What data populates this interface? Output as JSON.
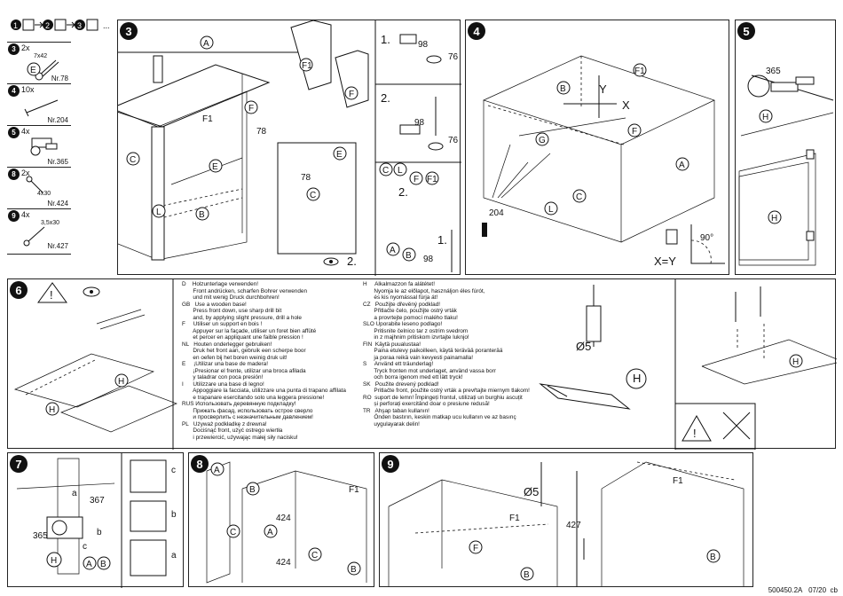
{
  "steps_sequence": {
    "items": [
      "1",
      "2",
      "3"
    ],
    "ellipsis": "..."
  },
  "hardware": [
    {
      "step": "3",
      "qty": "2x",
      "dim": "7x42",
      "part": "E",
      "ref": "Nr.78",
      "icon": "cam-bolt-icon"
    },
    {
      "step": "4",
      "qty": "10x",
      "dim": "",
      "part": "",
      "ref": "Nr.204",
      "icon": "nail-icon"
    },
    {
      "step": "5",
      "qty": "4x",
      "dim": "",
      "part": "",
      "ref": "Nr.365",
      "icon": "hinge-icon"
    },
    {
      "step": "8",
      "qty": "2x",
      "dim": "4x30",
      "part": "",
      "ref": "Nr.424",
      "icon": "screw-icon"
    },
    {
      "step": "9",
      "qty": "4x",
      "dim": "3,5x30",
      "part": "",
      "ref": "Nr.427",
      "icon": "screw-icon"
    }
  ],
  "step3": {
    "number": "3",
    "labels": {
      "A": "A",
      "C": "C",
      "E": "E",
      "F": "F",
      "F1": "F1",
      "B": "B",
      "L": "L"
    },
    "ref78": "78",
    "ref98": "98",
    "ref76": "76",
    "sub1": "1.",
    "sub2": "2."
  },
  "step4": {
    "number": "4",
    "labels": {
      "F1": "F1",
      "B": "B",
      "Y": "Y",
      "X": "X",
      "F": "F",
      "G": "G",
      "C": "C",
      "A": "A",
      "L": "L"
    },
    "ref204": "204",
    "formula": "X=Y",
    "angle": "90°"
  },
  "step5": {
    "number": "5",
    "ref365": "365",
    "H": "H"
  },
  "step6": {
    "number": "6",
    "drill": "Ø5",
    "H": "H",
    "instructions_left": [
      "D    Holzunterlage verwenden!",
      "       Front andrücken, scharfen Bohrer verwenden",
      "       und mit wenig Druck durchbohren!",
      "GB   Use a wooden base!",
      "       Press front down, use sharp drill bit",
      "       and, by applying slight pressure, drill a hole",
      "F     Utiliser un support en bois !",
      "       Appuyer sur la façade, utiliser un foret bien affûté",
      "       et percer en appliquant une faible pression !",
      "NL   Houten onderlegger gebruiken!",
      "       Druk het front aan, gebruik een scherpe boor",
      "       en oefen bij het boren weinig druk uit!",
      "E     ¡Utilizar una base de madera!",
      "       ¡Presionar el frente, utilizar una broca afilada",
      "       y taladrar con poca presión!",
      "I      Utilizzare una base di legno!",
      "       Appoggiare la facciata, utilizzare una punta di trapano affilata",
      "       e trapanare esercitando solo una leggera pressione!",
      "RUS Использовать деревянную подкладку!",
      "       Прижать фасад, использовать острое сверло",
      "       и просверлить с незначительным давлением!",
      "PL   Używaż podkładkę z drewna!",
      "       Dociśnąć front, użyć ostrego wiertła",
      "       i przewiercić, używając małej siły nacisku!"
    ],
    "instructions_right": [
      "H     Alkalmazzon fa alátétet!",
      "       Nyomja le az előlapot, használjon éles fúrót,",
      "       és kis nyomással fúrja át!",
      "CZ   Použijte dřevěný podklad!",
      "       Přitlačte čelo, použijte ostrý vrták",
      "       a provrtejte pomocí malého tlaku!",
      "SLO Uporabite leseno podlago!",
      "       Pritisnite čelnico tar z ostrim svedrom",
      "       in z majhnim pritiskom izvrtajte luknjo!",
      "FIN  Käytä puualustaa!",
      "       Paina etulevy paikoilleen, käytä terävää poranterää",
      "       ja poraa reikä vain kevyesti painamalla!",
      "S     Använd ett träunderlag!",
      "       Tryck fronten mot underlaget, använd vassa borr",
      "       och borra igenom med ett lätt tryck!",
      "SK   Použite drevený podklad!",
      "       Pritlačte front, použite ostrý vrták a prevŕtajte miernym tlakom!",
      "RO  suport de lemn! Împingeți frontul, utilizați un burghiu ascuțit",
      "       și perforați exercitând doar o presiune redusă!",
      "TR   Ahşap taban kullanın!",
      "       Önden bastırın, keskin matkap ucu kullanın ve az basınç",
      "       uygulayarak delin!"
    ]
  },
  "step7": {
    "number": "7",
    "a": "a",
    "b": "b",
    "c": "c",
    "ref367": "367",
    "ref365": "365",
    "H": "H",
    "A": "A",
    "B": "B"
  },
  "step8": {
    "number": "8",
    "A": "A",
    "B": "B",
    "C": "C",
    "F1": "F1",
    "ref424": "424"
  },
  "step9": {
    "number": "9",
    "drill": "Ø5",
    "F1": "F1",
    "F": "F",
    "B": "B",
    "ref427": "427"
  },
  "footer": {
    "code": "500450.2A",
    "date": "07/20",
    "suffix": "cb"
  }
}
